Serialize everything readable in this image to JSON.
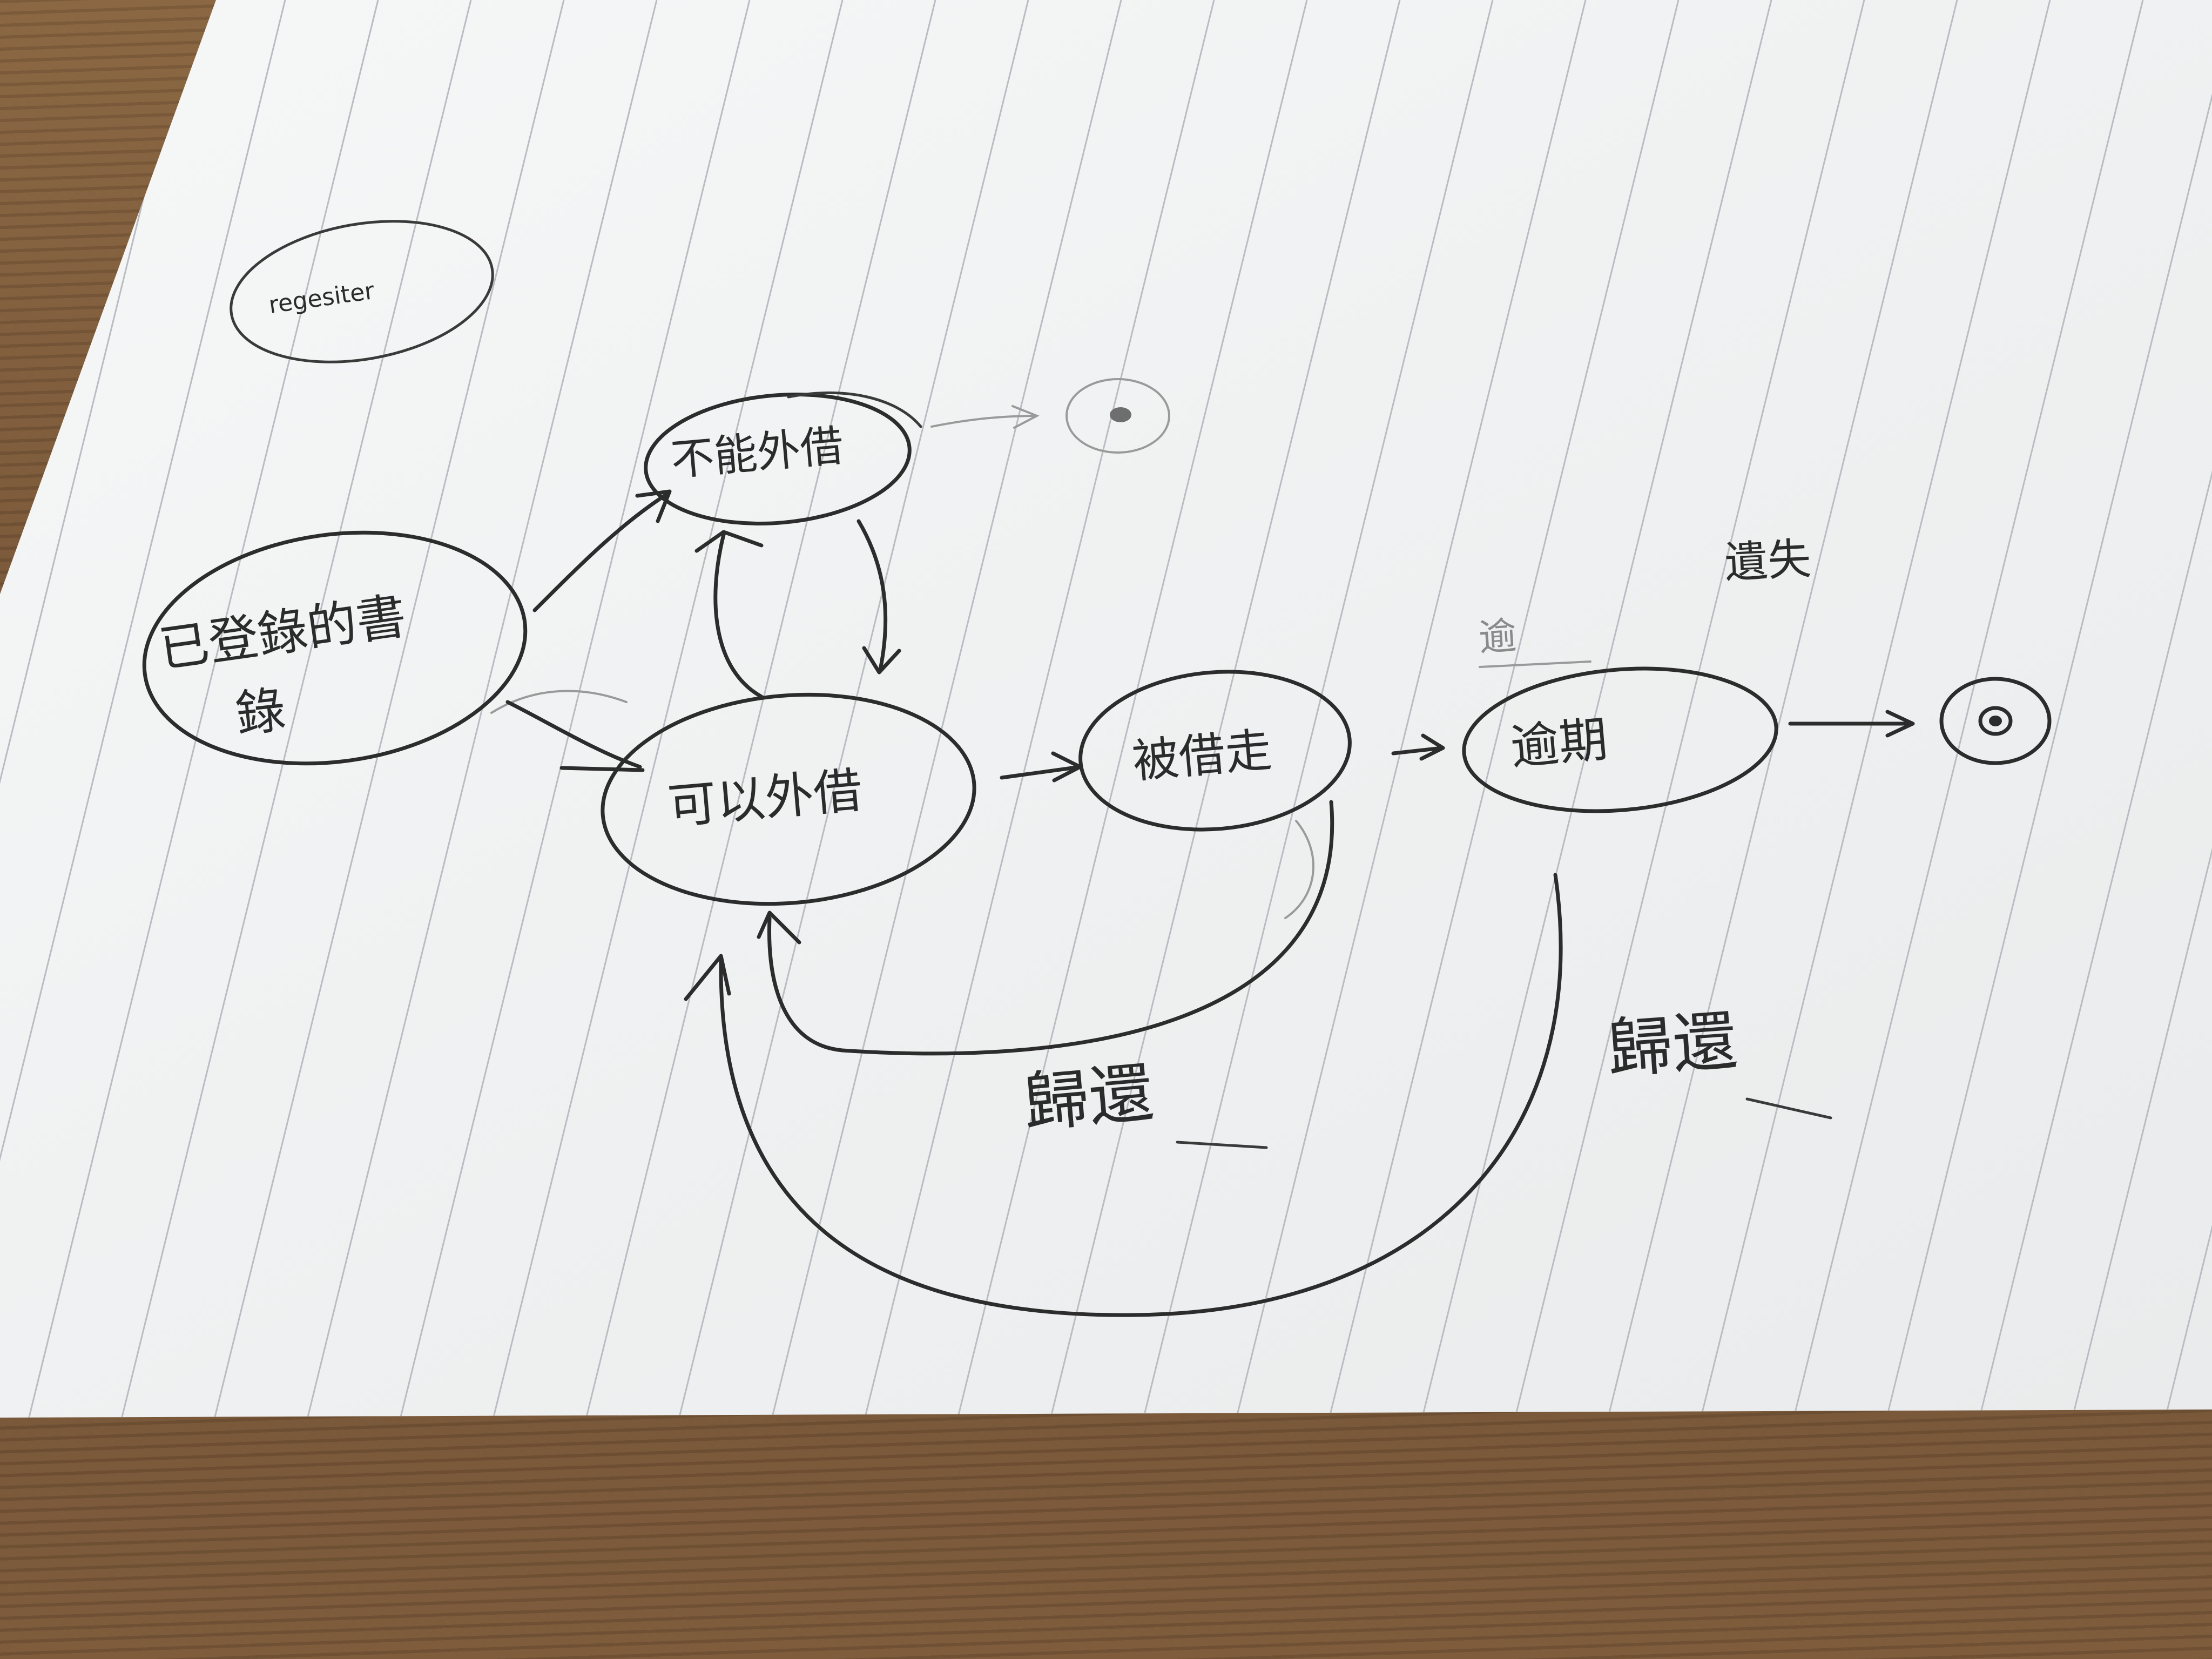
{
  "diagram": {
    "states": {
      "register": "regesiter",
      "recorded_book": [
        "已登錄的書",
        "錄"
      ],
      "not_lendable": "不能外借",
      "lendable": "可以外借",
      "borrowed": "被借走",
      "overdue": "逾期",
      "lost": "遺失"
    },
    "annotations": {
      "overdue_note": "逾",
      "return_left": "歸還",
      "return_right": "歸還"
    },
    "colors": {
      "ink": "#2c2c2c",
      "pencil": "#9a9a9a",
      "paper": "#f3f4f4",
      "rule_line": "#b9bdc2"
    }
  }
}
